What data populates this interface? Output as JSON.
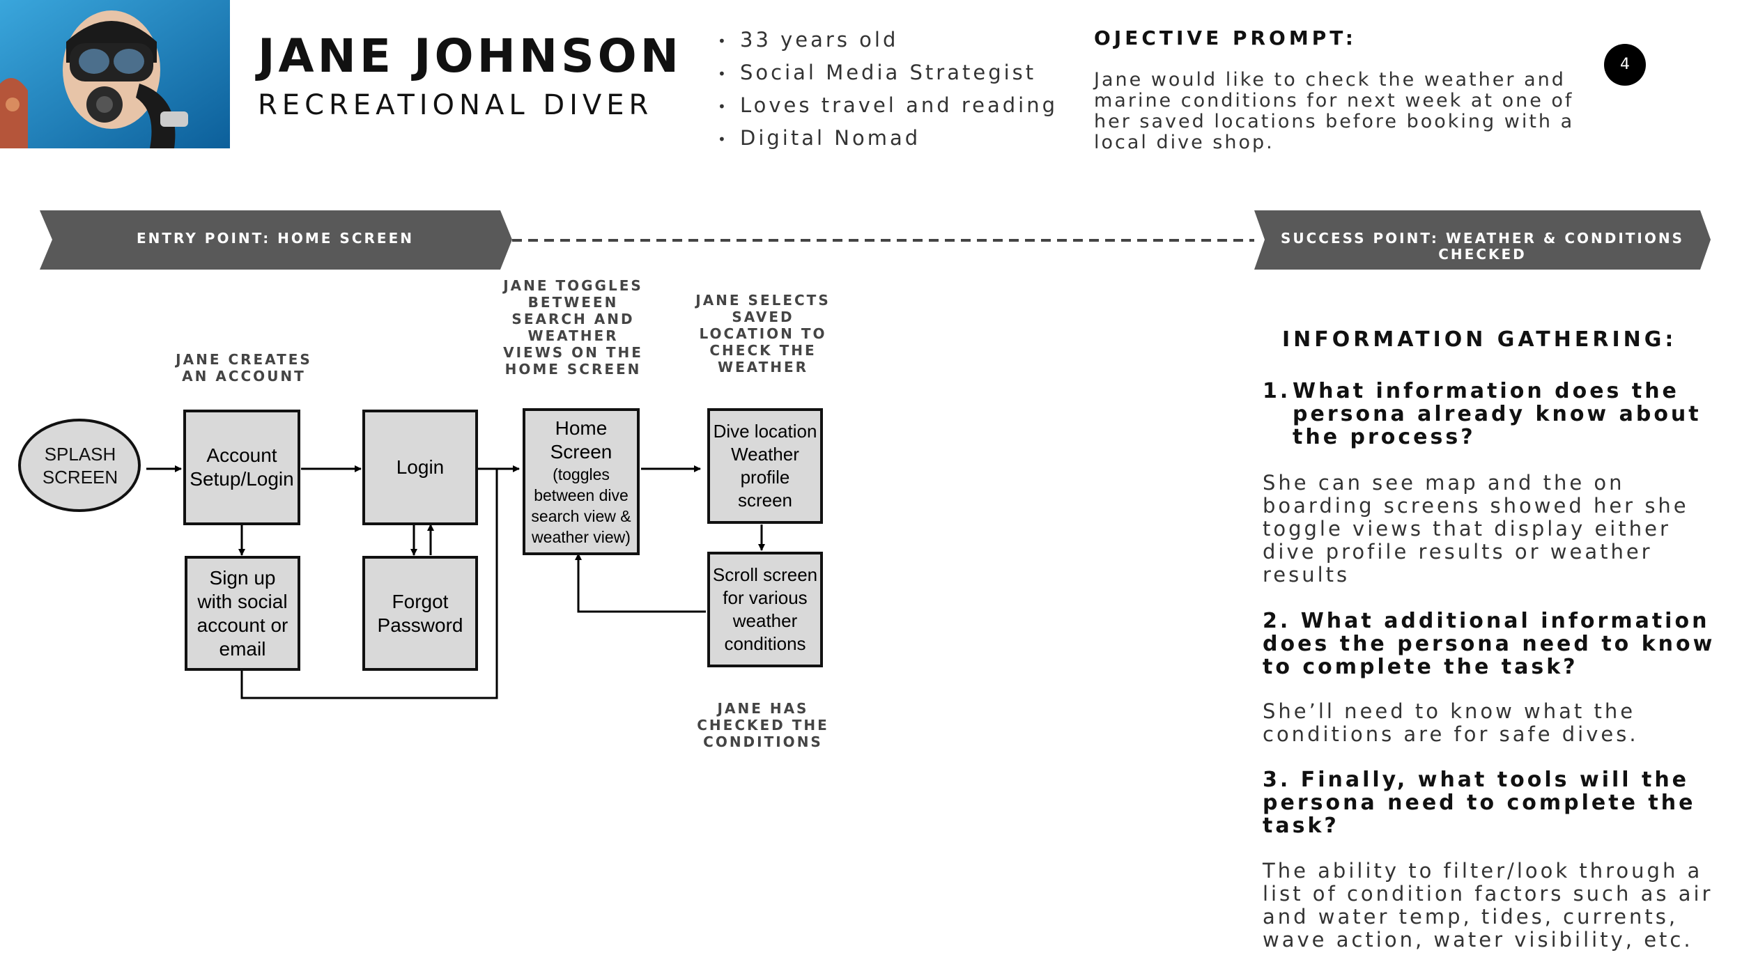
{
  "persona": {
    "name": "JANE JOHNSON",
    "role": "RECREATIONAL DIVER",
    "facts": [
      "33 years old",
      "Social Media Strategist",
      "Loves travel and reading",
      "Digital Nomad"
    ]
  },
  "objective": {
    "title": "OJECTIVE PROMPT:",
    "text": "Jane would like to check the weather and marine conditions for next week at one of her saved locations before booking with a local dive shop."
  },
  "page_number": "4",
  "banners": {
    "entry": "ENTRY POINT: HOME SCREEN",
    "success_line1": "SUCCESS POINT: WEATHER & CONDITIONS",
    "success_line2": "CHECKED"
  },
  "diagram": {
    "labels": {
      "creates": [
        "JANE CREATES",
        "AN ACCOUNT"
      ],
      "toggles": [
        "JANE TOGGLES",
        "BETWEEN",
        "SEARCH AND",
        "WEATHER",
        "VIEWS ON THE",
        "HOME SCREEN"
      ],
      "selects": [
        "JANE SELECTS",
        "SAVED",
        "LOCATION TO",
        "CHECK THE",
        "WEATHER"
      ],
      "checked": [
        "JANE HAS",
        "CHECKED THE",
        "CONDITIONS"
      ]
    },
    "nodes": {
      "splash": [
        "SPLASH",
        "SCREEN"
      ],
      "account": [
        "Account",
        "Setup/Login"
      ],
      "login": [
        "Login"
      ],
      "home": [
        "Home",
        "Screen"
      ],
      "home_sub": [
        "(toggles",
        "between dive",
        "search view &",
        "weather view)"
      ],
      "dive": [
        "Dive location",
        "Weather",
        "profile",
        "screen"
      ],
      "signup": [
        "Sign up",
        "with social",
        "account or",
        "email"
      ],
      "forgot": [
        "Forgot",
        "Password"
      ],
      "scroll": [
        "Scroll screen",
        "for various",
        "weather",
        "conditions"
      ]
    }
  },
  "info": {
    "title": "INFORMATION GATHERING:",
    "q1_number": "1.",
    "q1": "What information does the persona already know about the process?",
    "a1": "She can see map and the on boarding screens showed her she toggle views that display either dive profile results or weather results",
    "q2": "2. What additional information does the persona need to know to complete the task?",
    "a2": "She’ll need to know what the conditions are for safe dives.",
    "q3": "3. Finally, what tools will the persona need to complete the task?",
    "a3": "The ability to filter/look through a list of condition factors such as air and water temp, tides, currents, wave action, water visibility, etc."
  },
  "colors": {
    "banner": "#595959",
    "box_fill": "#d9d9d9",
    "ocean": "#1e7fb8"
  }
}
